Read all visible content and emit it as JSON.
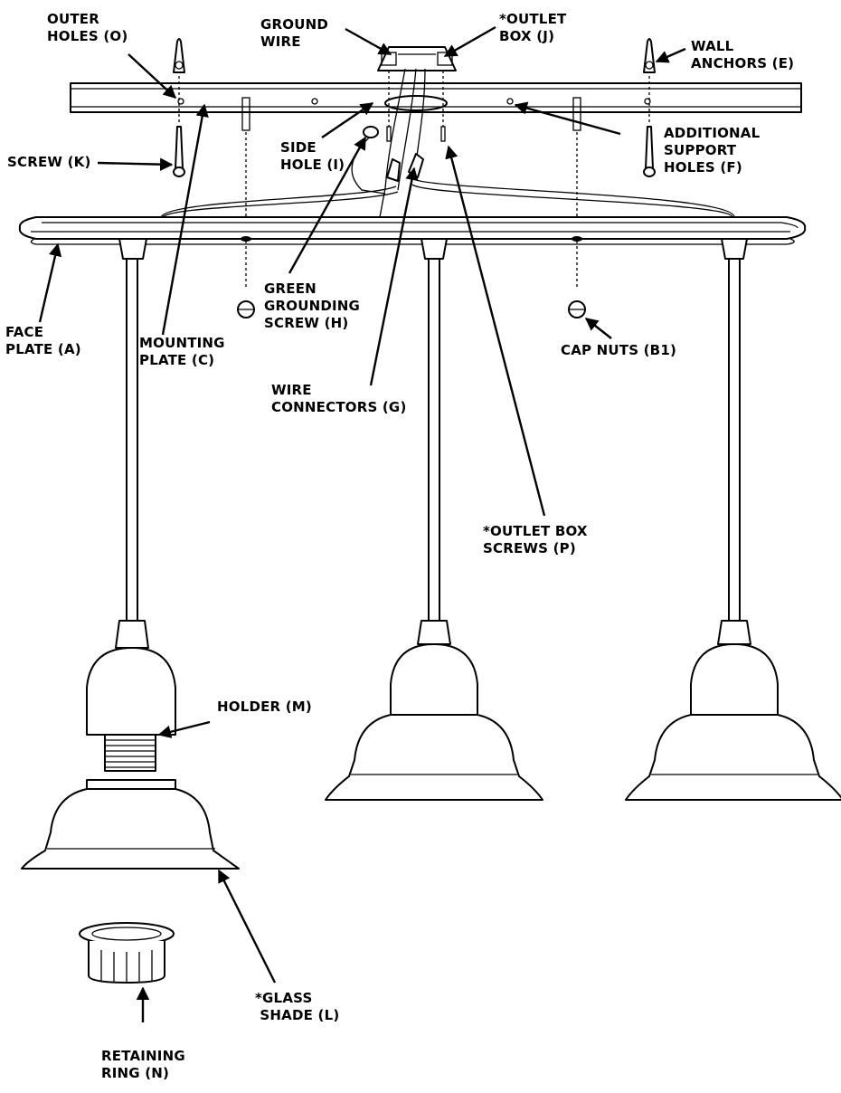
{
  "labels": {
    "outer_holes": [
      "OUTER",
      "HOLES (O)"
    ],
    "ground_wire": [
      "GROUND",
      "WIRE"
    ],
    "outlet_box": [
      "*OUTLET",
      "BOX (J)"
    ],
    "wall_anchors": [
      "WALL",
      "ANCHORS (E)"
    ],
    "screw_k": [
      "SCREW (K)"
    ],
    "side_hole": [
      "SIDE",
      "HOLE (I)"
    ],
    "additional_support": [
      "ADDITIONAL",
      "SUPPORT",
      "HOLES (F)"
    ],
    "face_plate": [
      "FACE",
      "PLATE (A)"
    ],
    "mounting_plate": [
      "MOUNTING",
      "PLATE (C)"
    ],
    "green_screw": [
      "GREEN",
      "GROUNDING",
      "SCREW (H)"
    ],
    "cap_nuts": [
      "CAP NUTS (B1)"
    ],
    "wire_connectors": [
      "WIRE",
      "CONNECTORS (G)"
    ],
    "outlet_box_screws": [
      "*OUTLET BOX",
      "SCREWS (P)"
    ],
    "holder": [
      "HOLDER (M)"
    ],
    "glass_shade": [
      "*GLASS",
      " SHADE (L)"
    ],
    "retaining_ring": [
      "RETAINING",
      "RING (N)"
    ]
  }
}
